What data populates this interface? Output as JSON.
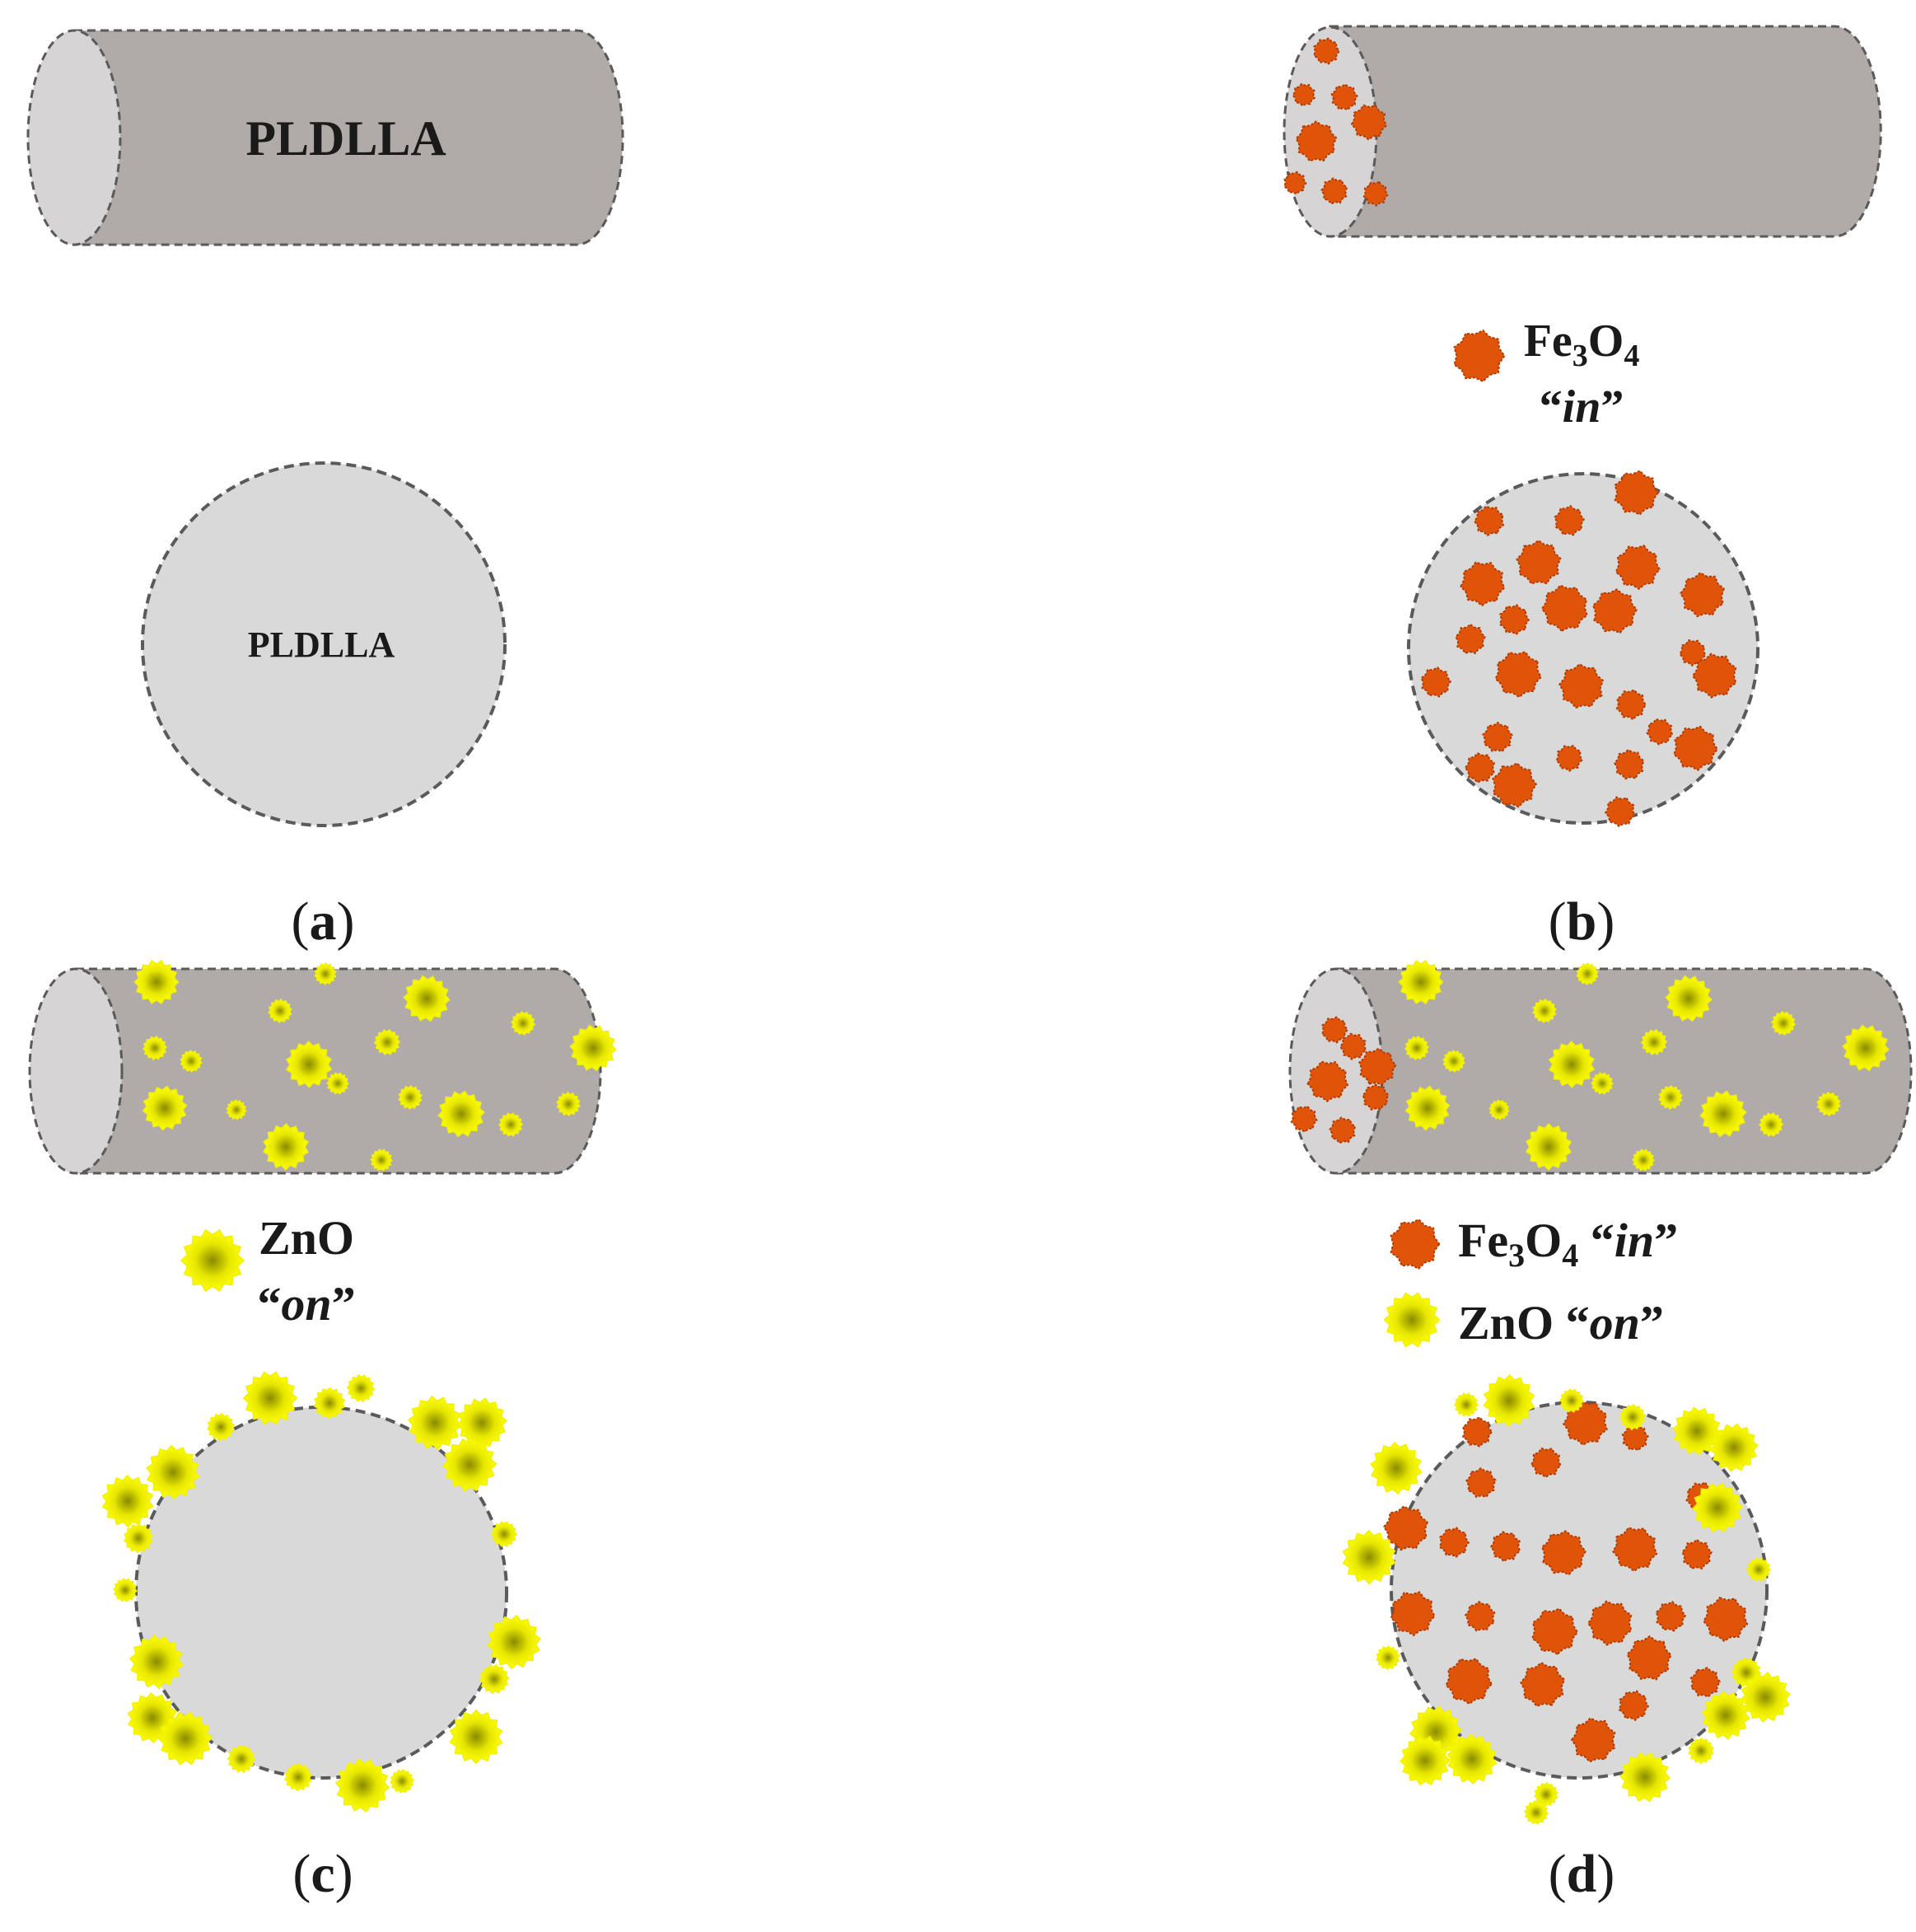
{
  "panels": {
    "a": {
      "letter": "a",
      "fiber_label": "PLDLLA",
      "cross_section_label": "PLDLLA"
    },
    "b": {
      "letter": "b",
      "legend": {
        "formula_base": "Fe",
        "sub1": "3",
        "formula_mid": "O",
        "sub2": "4",
        "location": "in"
      }
    },
    "c": {
      "letter": "c",
      "legend": {
        "material": "ZnO",
        "location": "on"
      }
    },
    "d": {
      "letter": "d",
      "legend_fe": {
        "formula_base": "Fe",
        "sub1": "3",
        "formula_mid": "O",
        "sub2": "4",
        "location": "in"
      },
      "legend_zn": {
        "material": "ZnO",
        "location": "on"
      }
    }
  },
  "colors": {
    "cylinder_body": "#b0aba8",
    "cylinder_end": "#d6d4d4",
    "cross_section_fill": "#d9d9d9",
    "outline": "#5a5a5a",
    "fe3o4": "#e0540a",
    "zno": "#f2f200"
  }
}
